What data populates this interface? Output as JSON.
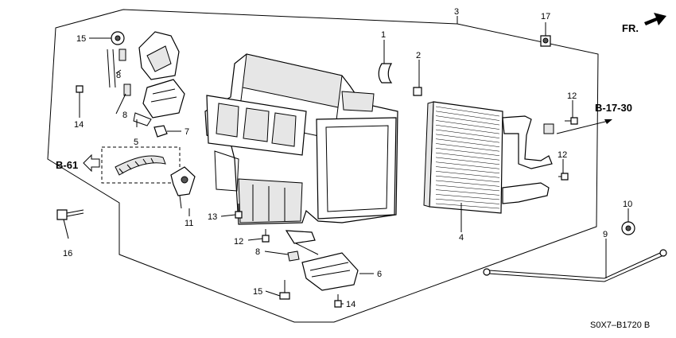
{
  "direction": {
    "label": "FR."
  },
  "references": {
    "b61": "B-61",
    "b1730": "B-17-30"
  },
  "diagram_code": "S0X7–B1720 B",
  "callouts": {
    "c1": "1",
    "c2": "2",
    "c3": "3",
    "c4": "4",
    "c5": "5",
    "c6": "6",
    "c7": "7",
    "c8a": "8",
    "c8b": "8",
    "c8c": "8",
    "c9": "9",
    "c10": "10",
    "c11": "11",
    "c12a": "12",
    "c12b": "12",
    "c12c": "12",
    "c13": "13",
    "c14a": "14",
    "c14b": "14",
    "c15a": "15",
    "c15b": "15",
    "c16": "16",
    "c17": "17"
  }
}
